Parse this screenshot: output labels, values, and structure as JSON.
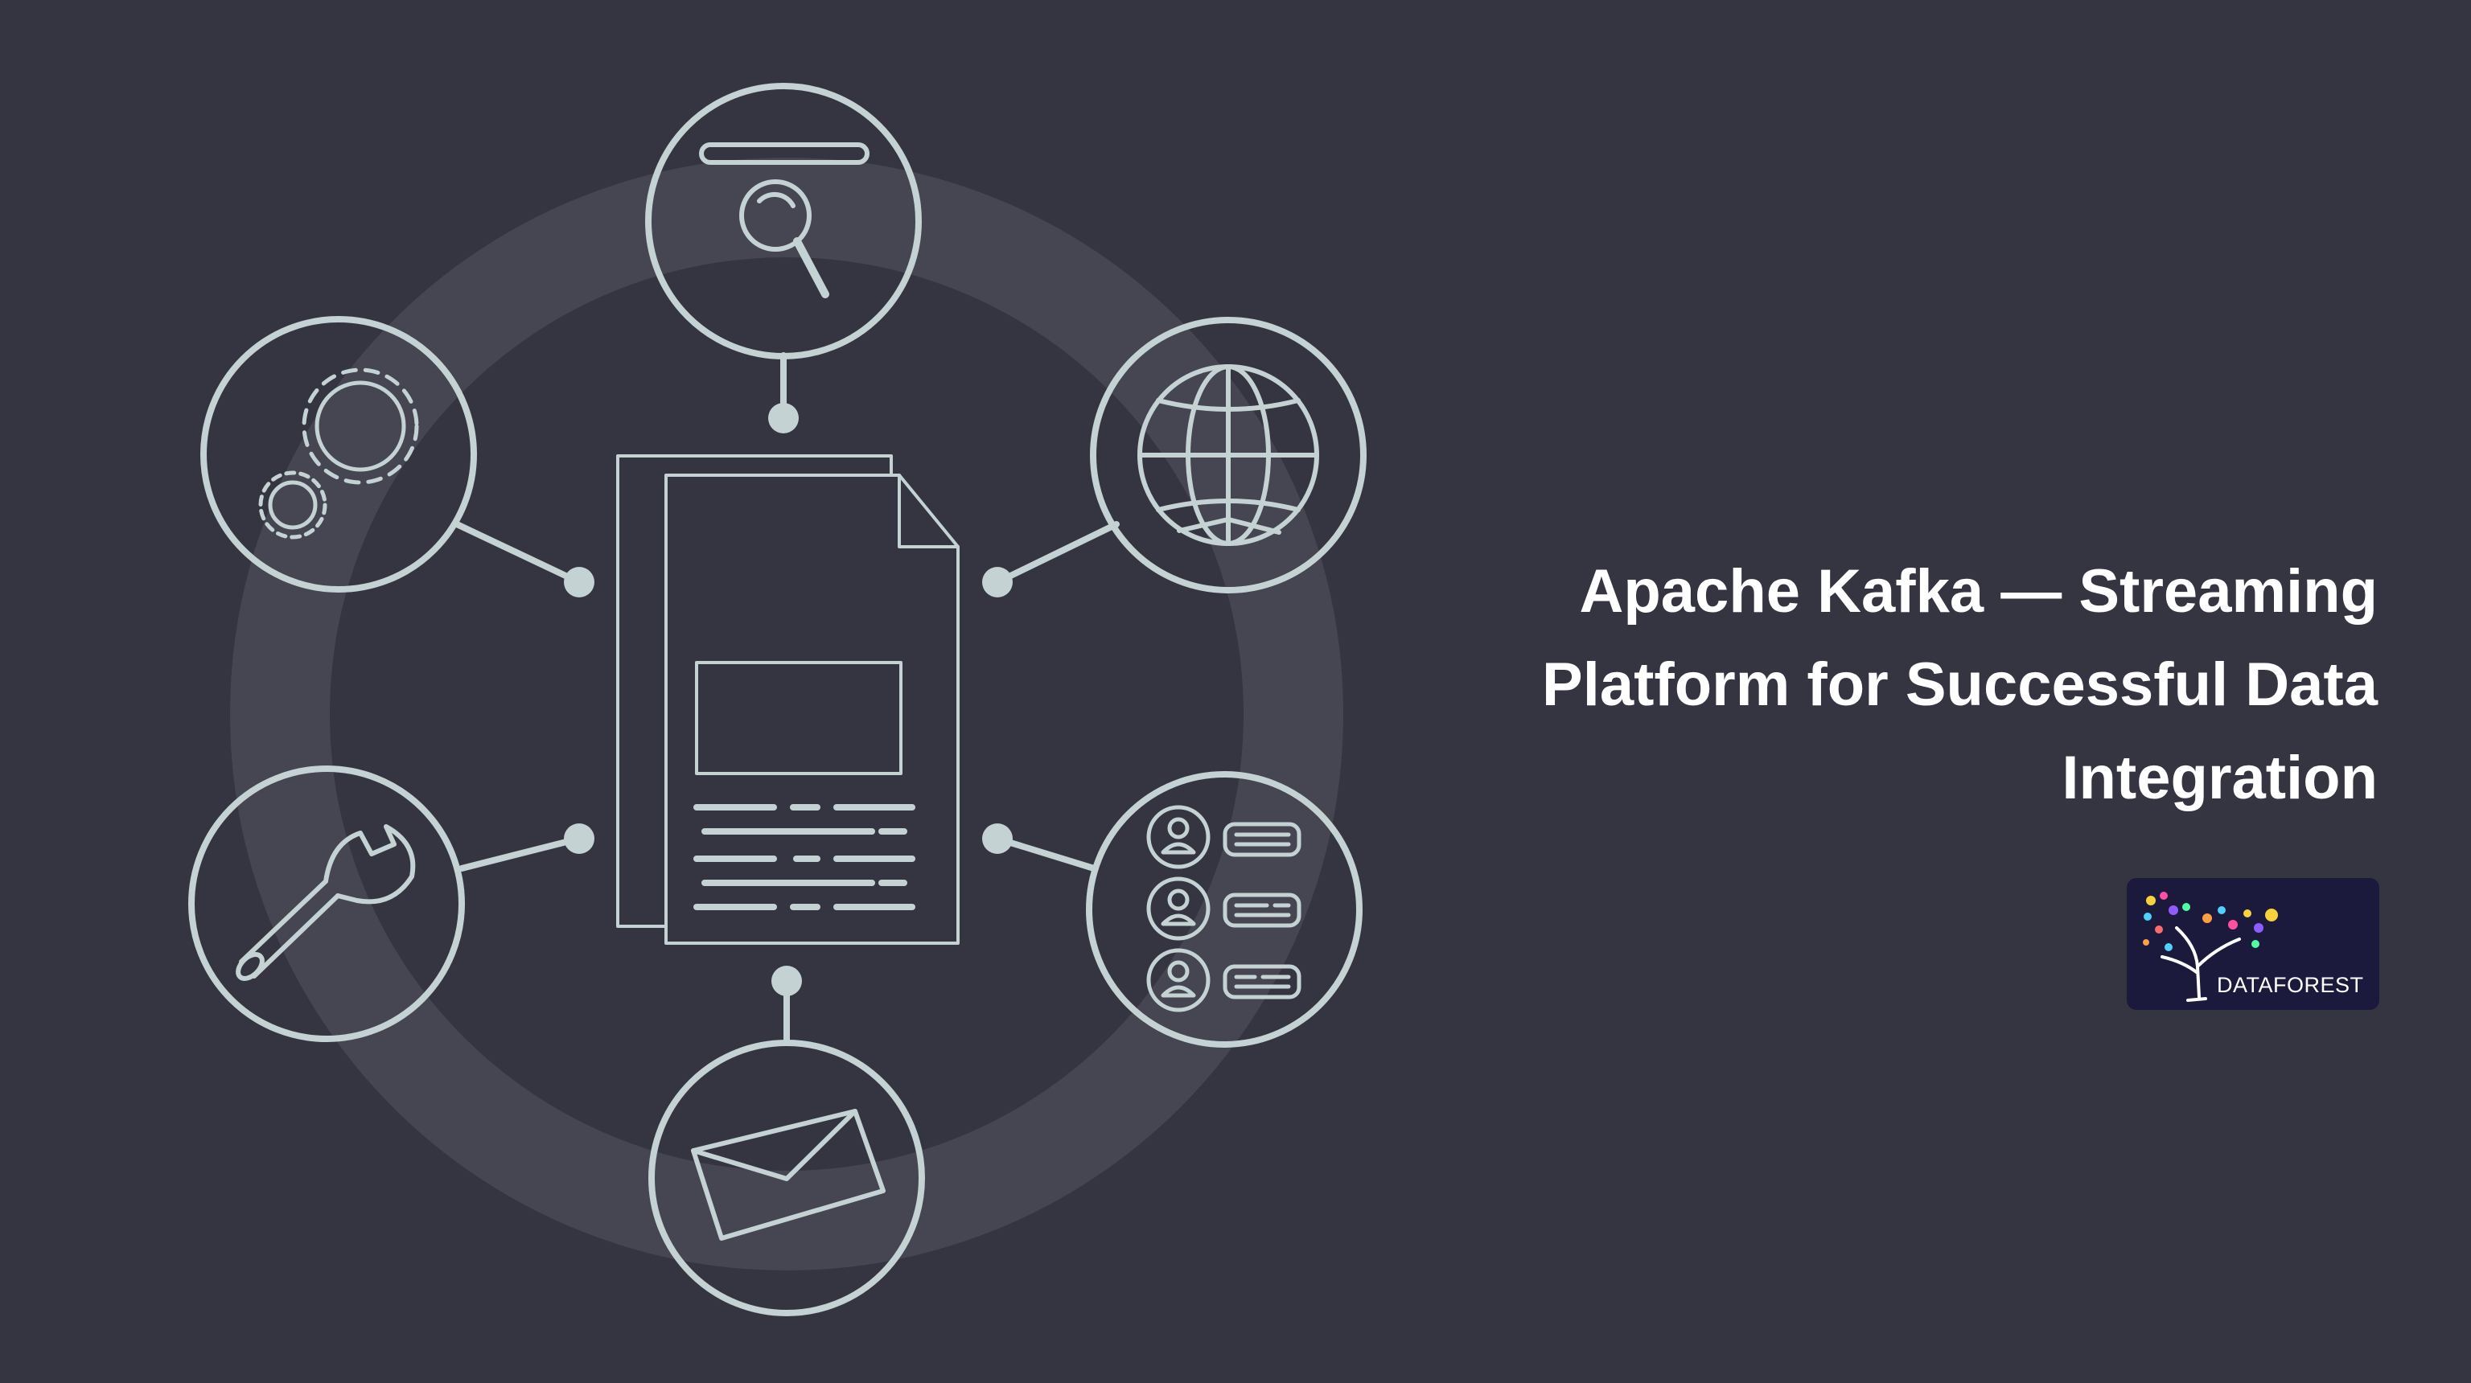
{
  "title_lines": [
    "Apache Kafka — Streaming",
    "Platform for Successful Data",
    "Integration"
  ],
  "logo": {
    "text": "DATAFOREST"
  },
  "colors": {
    "background": "#353541",
    "ring": "#454651",
    "stroke": "#c4d2d3",
    "title": "#ffffff",
    "logo_background": "#1b1a3d"
  },
  "icons": {
    "top": "search-bar-icon",
    "top_right": "globe-icon",
    "bottom_right": "user-list-icon",
    "bottom": "envelope-icon",
    "bottom_left": "wrench-icon",
    "top_left": "gears-icon",
    "center": "document-icon"
  }
}
